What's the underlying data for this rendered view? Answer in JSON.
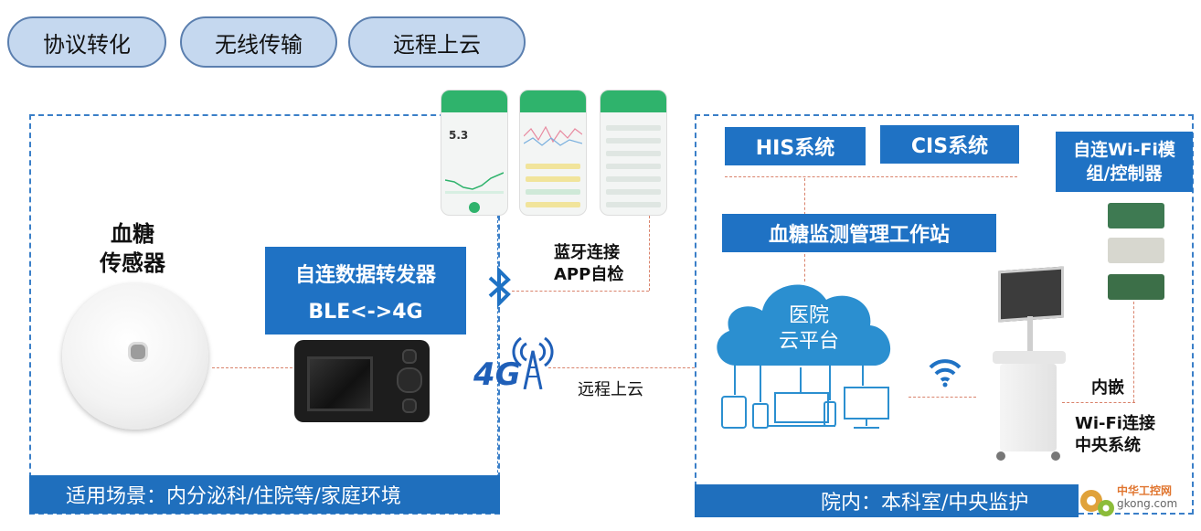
{
  "tabs": [
    "协议转化",
    "无线传输",
    "远程上云"
  ],
  "left_panel": {
    "sensor_label_line1": "血糖",
    "sensor_label_line2": "传感器",
    "forwarder_title": "自连数据转发器",
    "forwarder_protocol": "BLE<->4G",
    "bluetooth_label_line1": "蓝牙连接",
    "bluetooth_label_line2": "APP自检",
    "cloud_upload_label": "远程上云",
    "network_badge": "4G",
    "scenario": "适用场景：内分泌科/住院等/家庭环境"
  },
  "right_panel": {
    "his": "HIS系统",
    "cis": "CIS系统",
    "wifi_module_line1": "自连Wi-Fi模",
    "wifi_module_line2": "组/控制器",
    "workstation": "血糖监测管理工作站",
    "cloud_line1": "医院",
    "cloud_line2": "云平台",
    "embedded": "内嵌",
    "wifi_connect_line1": "Wi-Fi连接",
    "wifi_connect_line2": "中央系统",
    "scenario": "院内：本科室/中央监护"
  },
  "phone_screen": {
    "reading": "5.3"
  },
  "watermark": {
    "line1": "中华工控网",
    "line2": "gkong.com"
  },
  "colors": {
    "accent_blue": "#1f72c4",
    "pill_fill": "#c5d8ef",
    "app_green": "#2fb36c"
  }
}
